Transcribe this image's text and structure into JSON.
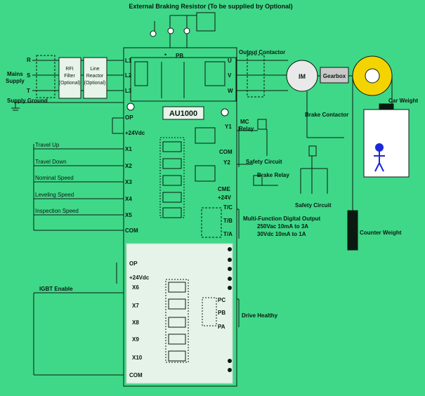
{
  "title": "External Braking Resistor (To be supplied by Optional)",
  "supply": {
    "mains_line1": "Mains",
    "mains_line2": "Supply",
    "phase_r": "R",
    "phase_s": "S",
    "phase_t": "T",
    "ground": "Supply Ground"
  },
  "rfi": {
    "line1": "RFI",
    "line2": "Filter",
    "line3": "(Optional)"
  },
  "reactor": {
    "line1": "Line",
    "line2": "Reactor",
    "line3": "(Optional)"
  },
  "drive": {
    "name": "AU1000",
    "l1": "L1",
    "l2": "L2",
    "l3": "L3",
    "u": "U",
    "v": "V",
    "w": "W",
    "pb": "PB",
    "star": "*"
  },
  "output_contactor": "Output Contactor",
  "motor": "IM",
  "gearbox": "Gearbox",
  "car_weight": "Car Weight",
  "counter_weight": "Counter Weight",
  "brake_contactor": "Brake Contactor",
  "inputs_top": {
    "op": "OP",
    "v24": "+24Vdc",
    "com": "COM",
    "terminals": [
      "X1",
      "X2",
      "X3",
      "X4",
      "X5"
    ],
    "labels": [
      "Travel Up",
      "Travel Down",
      "Nominal Speed",
      "Leveling Speed",
      "Inspection Speed"
    ]
  },
  "outputs": {
    "y1": "Y1",
    "y2": "Y2",
    "com": "COM",
    "cme": "CME",
    "v24": "+24V",
    "mc_relay_1": "MC",
    "mc_relay_2": "Relay",
    "brake_relay": "Brake Relay",
    "safety1": "Safety Circuit",
    "safety2": "Safety Circuit",
    "tc": "T/C",
    "tb": "T/B",
    "ta": "T/A",
    "mf1": "Multi-Function Digital Output",
    "mf2": "250Vac 10mA to 3A",
    "mf3": "30Vdc 10mA to 1A"
  },
  "inputs_bottom": {
    "op": "OP",
    "v24": "+24Vdc",
    "terminals": [
      "X6",
      "X7",
      "X8",
      "X9",
      "X10"
    ],
    "com": "COM",
    "igbt": "IGBT Enable",
    "pc": "PC",
    "pb": "PB",
    "pa": "PA",
    "drive_healthy": "Drive Healthy"
  }
}
